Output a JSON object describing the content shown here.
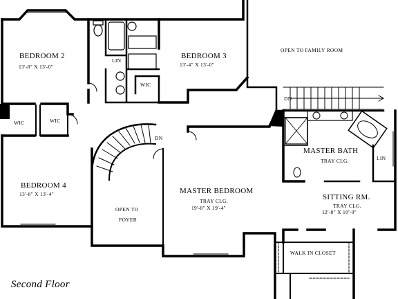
{
  "plan": {
    "caption": "Second Floor",
    "labels": {
      "bedroom2": "BEDROOM 2",
      "bedroom2_dim": "13'-8\" X 13'-0\"",
      "bedroom3": "BEDROOM 3",
      "bedroom3_dim": "13'-4\" X 13'-0\"",
      "bedroom4": "BEDROOM 4",
      "bedroom4_dim": "13'-8\" X 13'-4\"",
      "open_family": "OPEN TO FAMILY ROOM",
      "master_bath": "MASTER BATH",
      "master_bath_clg": "TRAY CLG.",
      "master_bed": "MASTER BEDROOM",
      "master_bed_clg": "TRAY CLG.",
      "master_bed_dim": "19'-8\" X 19'-4\"",
      "sitting": "SITTING RM.",
      "sitting_clg": "TRAY CLG.",
      "sitting_dim": "12'-8\" X 10'-0\"",
      "open_foyer_1": "OPEN TO",
      "open_foyer_2": "FOYER",
      "walk_in": "WALK IN CLOSET",
      "wic_1": "WIC",
      "wic_2": "WIC",
      "wic_3": "WIC",
      "lin_1": "LIN",
      "lin_2": "LIN",
      "dn_1": "DN",
      "dn_2": "DN"
    },
    "colors": {
      "ink": "#000000",
      "paper": "#ffffff"
    }
  }
}
